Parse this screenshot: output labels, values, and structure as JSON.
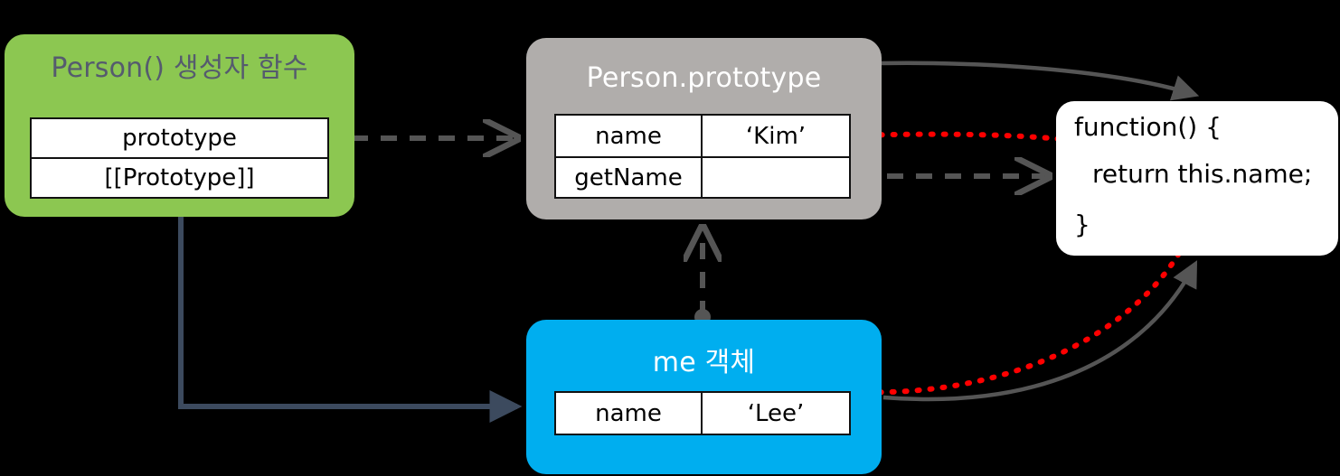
{
  "diagram": {
    "title": "JavaScript prototype chain diagram",
    "background": "#000000",
    "nodes": {
      "constructor": {
        "title": "Person() 생성자 함수",
        "fill": "#8CC751",
        "title_color": "#555B6E",
        "rows": [
          {
            "label": "prototype"
          },
          {
            "label": "[[Prototype]]"
          }
        ]
      },
      "prototype": {
        "title": "Person.prototype",
        "fill": "#B0ADAB",
        "title_color": "#FFFFFF",
        "rows": [
          {
            "key": "name",
            "value": "‘Kim’"
          },
          {
            "key": "getName",
            "value": ""
          }
        ]
      },
      "me": {
        "title": "me 객체",
        "fill": "#00AEEF",
        "title_color": "#FFFFFF",
        "rows": [
          {
            "key": "name",
            "value": "‘Lee’"
          }
        ]
      },
      "function": {
        "fill": "#FFFFFF",
        "lines": [
          "function() {",
          "return this.name;",
          "}"
        ]
      }
    },
    "edges": [
      {
        "name": "prototype-to-person-prototype",
        "style": "dashed",
        "color": "#555555",
        "from": "constructor.prototype",
        "to": "prototype-node",
        "start_marker": "dot",
        "end_marker": "arrow"
      },
      {
        "name": "constructor-to-me",
        "style": "solid",
        "color": "#3C4A5E",
        "from": "constructor-node",
        "to": "me-node",
        "end_marker": "arrow"
      },
      {
        "name": "me-to-person-prototype",
        "style": "dashed",
        "color": "#555555",
        "from": "me-node",
        "to": "prototype-node",
        "start_marker": "dot",
        "end_marker": "arrow"
      },
      {
        "name": "getname-to-function",
        "style": "dashed",
        "color": "#555555",
        "from": "prototype.getName",
        "to": "function-node",
        "start_marker": "dot",
        "end_marker": "arrow"
      },
      {
        "name": "person-prototype-to-function-curve",
        "style": "solid",
        "color": "#555555",
        "end_marker": "arrow"
      },
      {
        "name": "me-to-function-curve",
        "style": "solid",
        "color": "#555555",
        "end_marker": "arrow"
      },
      {
        "name": "this-binds-kim",
        "style": "dotted",
        "color": "#FF0000",
        "from": "function-node",
        "to": "prototype.name",
        "end_marker": "arrow"
      },
      {
        "name": "this-binds-lee",
        "style": "dotted",
        "color": "#FF0000",
        "from": "function-node",
        "to": "me.name",
        "end_marker": "arrow"
      }
    ]
  }
}
